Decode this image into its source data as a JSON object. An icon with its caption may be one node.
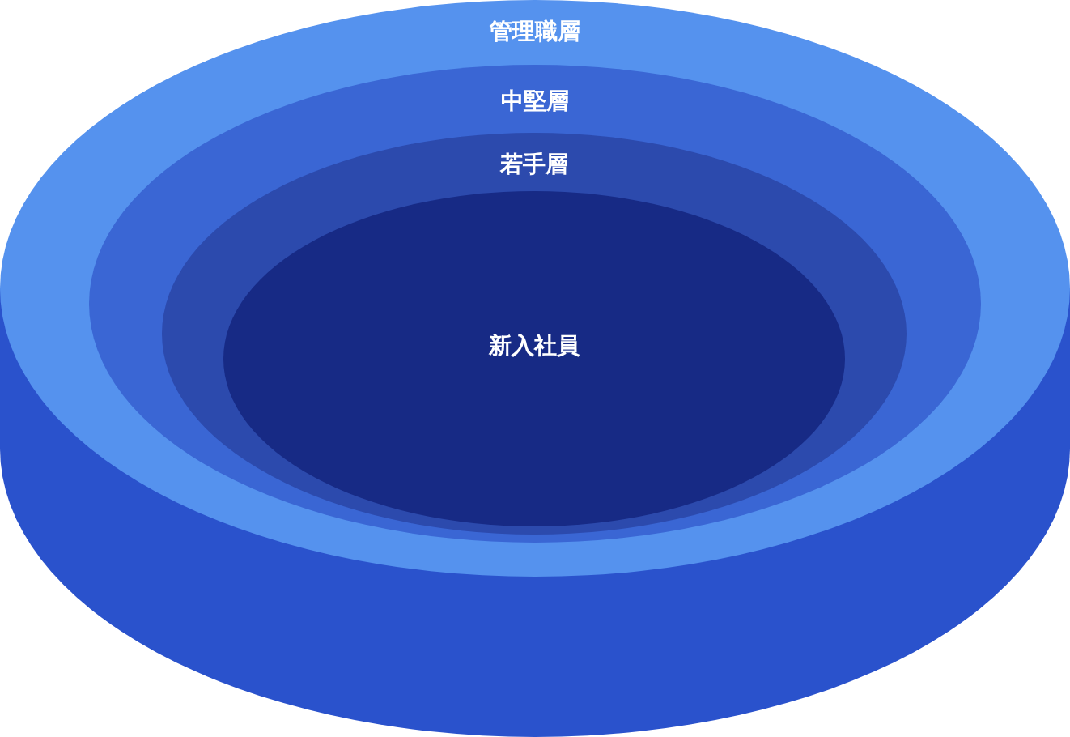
{
  "diagram": {
    "nodes": [
      {
        "text": [
          "管理職層"
        ]
      },
      {
        "text": [
          "中堅層"
        ],
        "in": 0
      },
      {
        "text": [
          "若手層"
        ],
        "in": 1
      },
      {
        "text": [
          "新入社員"
        ],
        "in": 2
      }
    ]
  }
}
